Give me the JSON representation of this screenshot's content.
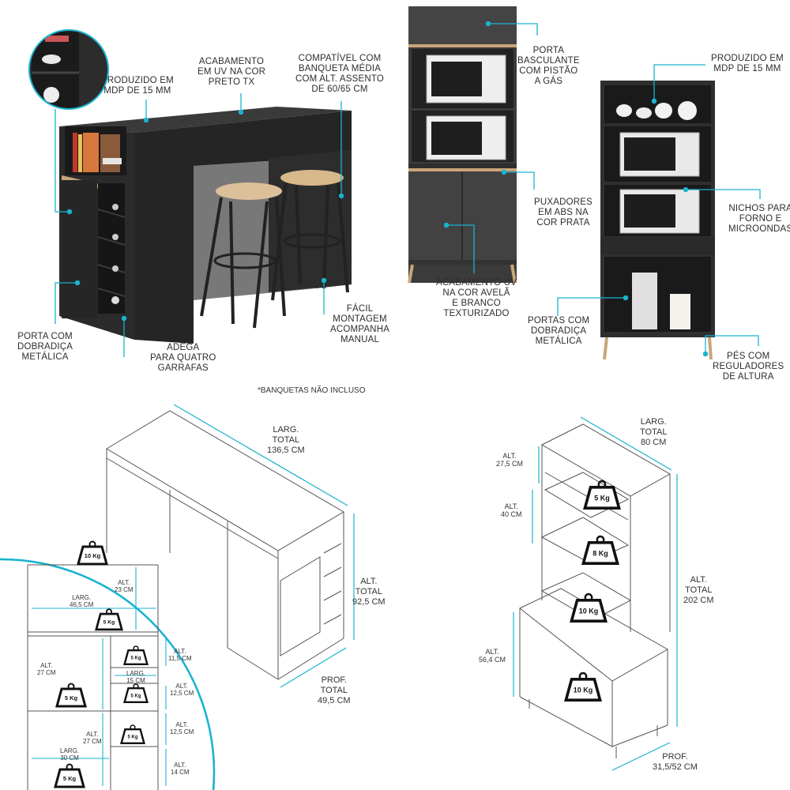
{
  "callouts": {
    "mdp_bar": [
      "PRODUZIDO EM",
      "MDP DE 15 MM"
    ],
    "uv_bar": [
      "ACABAMENTO",
      "EM UV NA COR",
      "PRETO TX"
    ],
    "banqueta": [
      "COMPATÍVEL COM",
      "BANQUETA MÉDIA",
      "COM ALT. ASSENTO",
      "DE 60/65 CM"
    ],
    "porta_dobradica_bar": [
      "PORTA COM",
      "DOBRADIÇA",
      "METÁLICA"
    ],
    "adega": [
      "ADEGA",
      "PARA QUATRO",
      "GARRAFAS"
    ],
    "montagem": [
      "FÁCIL",
      "MONTAGEM",
      "ACOMPANHA",
      "MANUAL"
    ],
    "porta_basculante": [
      "PORTA",
      "BASCULANTE",
      "COM PISTÃO",
      "A GÁS"
    ],
    "puxadores": [
      "PUXADORES",
      "EM ABS NA",
      "COR PRATA"
    ],
    "uv_avela": [
      "ACABAMENTO UV",
      "NA COR AVELÃ",
      "E BRANCO",
      "TEXTURIZADO"
    ],
    "mdp_tall": [
      "PRODUZIDO EM",
      "MDP DE 15 MM"
    ],
    "nichos": [
      "NICHOS PARA",
      "FORNO E",
      "MICROONDAS"
    ],
    "portas_dobradica_tall": [
      "PORTAS COM",
      "DOBRADIÇA",
      "METÁLICA"
    ],
    "pes": [
      "PÉS COM",
      "REGULADORES",
      "DE ALTURA"
    ]
  },
  "note": "*BANQUETAS NÃO INCLUSO",
  "bar_dims": {
    "larg": [
      "LARG.",
      "TOTAL",
      "136,5 CM"
    ],
    "alt": [
      "ALT.",
      "TOTAL",
      "92,5 CM"
    ],
    "prof": [
      "PROF.",
      "TOTAL",
      "49,5 CM"
    ]
  },
  "zoom": {
    "w_top": "10 Kg",
    "alt23": [
      "ALT.",
      "23 CM"
    ],
    "larg46": [
      "LARG.",
      "46,5 CM"
    ],
    "w_shelf1": "5 Kg",
    "alt27a": [
      "ALT.",
      "27 CM"
    ],
    "w_left": "5 Kg",
    "alt115": [
      "ALT.",
      "11,5 CM"
    ],
    "w_r1": "5 Kg",
    "larg15": [
      "LARG.",
      "15 CM"
    ],
    "alt125a": [
      "ALT.",
      "12,5 CM"
    ],
    "w_r2": "5 Kg",
    "alt27b": [
      "ALT.",
      "27 CM"
    ],
    "alt125b": [
      "ALT.",
      "12,5 CM"
    ],
    "w_r3": "5 Kg",
    "larg30": [
      "LARG.",
      "30 CM"
    ],
    "alt14": [
      "ALT.",
      "14 CM"
    ],
    "w_bottom": "5 Kg"
  },
  "tall_dims": {
    "larg": [
      "LARG.",
      "TOTAL",
      "80 CM"
    ],
    "alt275": [
      "ALT.",
      "27,5 CM"
    ],
    "alt40": [
      "ALT.",
      "40 CM"
    ],
    "alt_total": [
      "ALT.",
      "TOTAL",
      "202 CM"
    ],
    "alt564": [
      "ALT.",
      "56,4 CM"
    ],
    "prof": [
      "PROF.",
      "31,5/52 CM"
    ],
    "w1": "5 Kg",
    "w2": "8 Kg",
    "w3": "10 Kg",
    "w4": "10 Kg"
  },
  "colors": {
    "accent": "#1ab3cf",
    "cabinet": "#2b2b2b",
    "wood": "#c9a57a"
  }
}
